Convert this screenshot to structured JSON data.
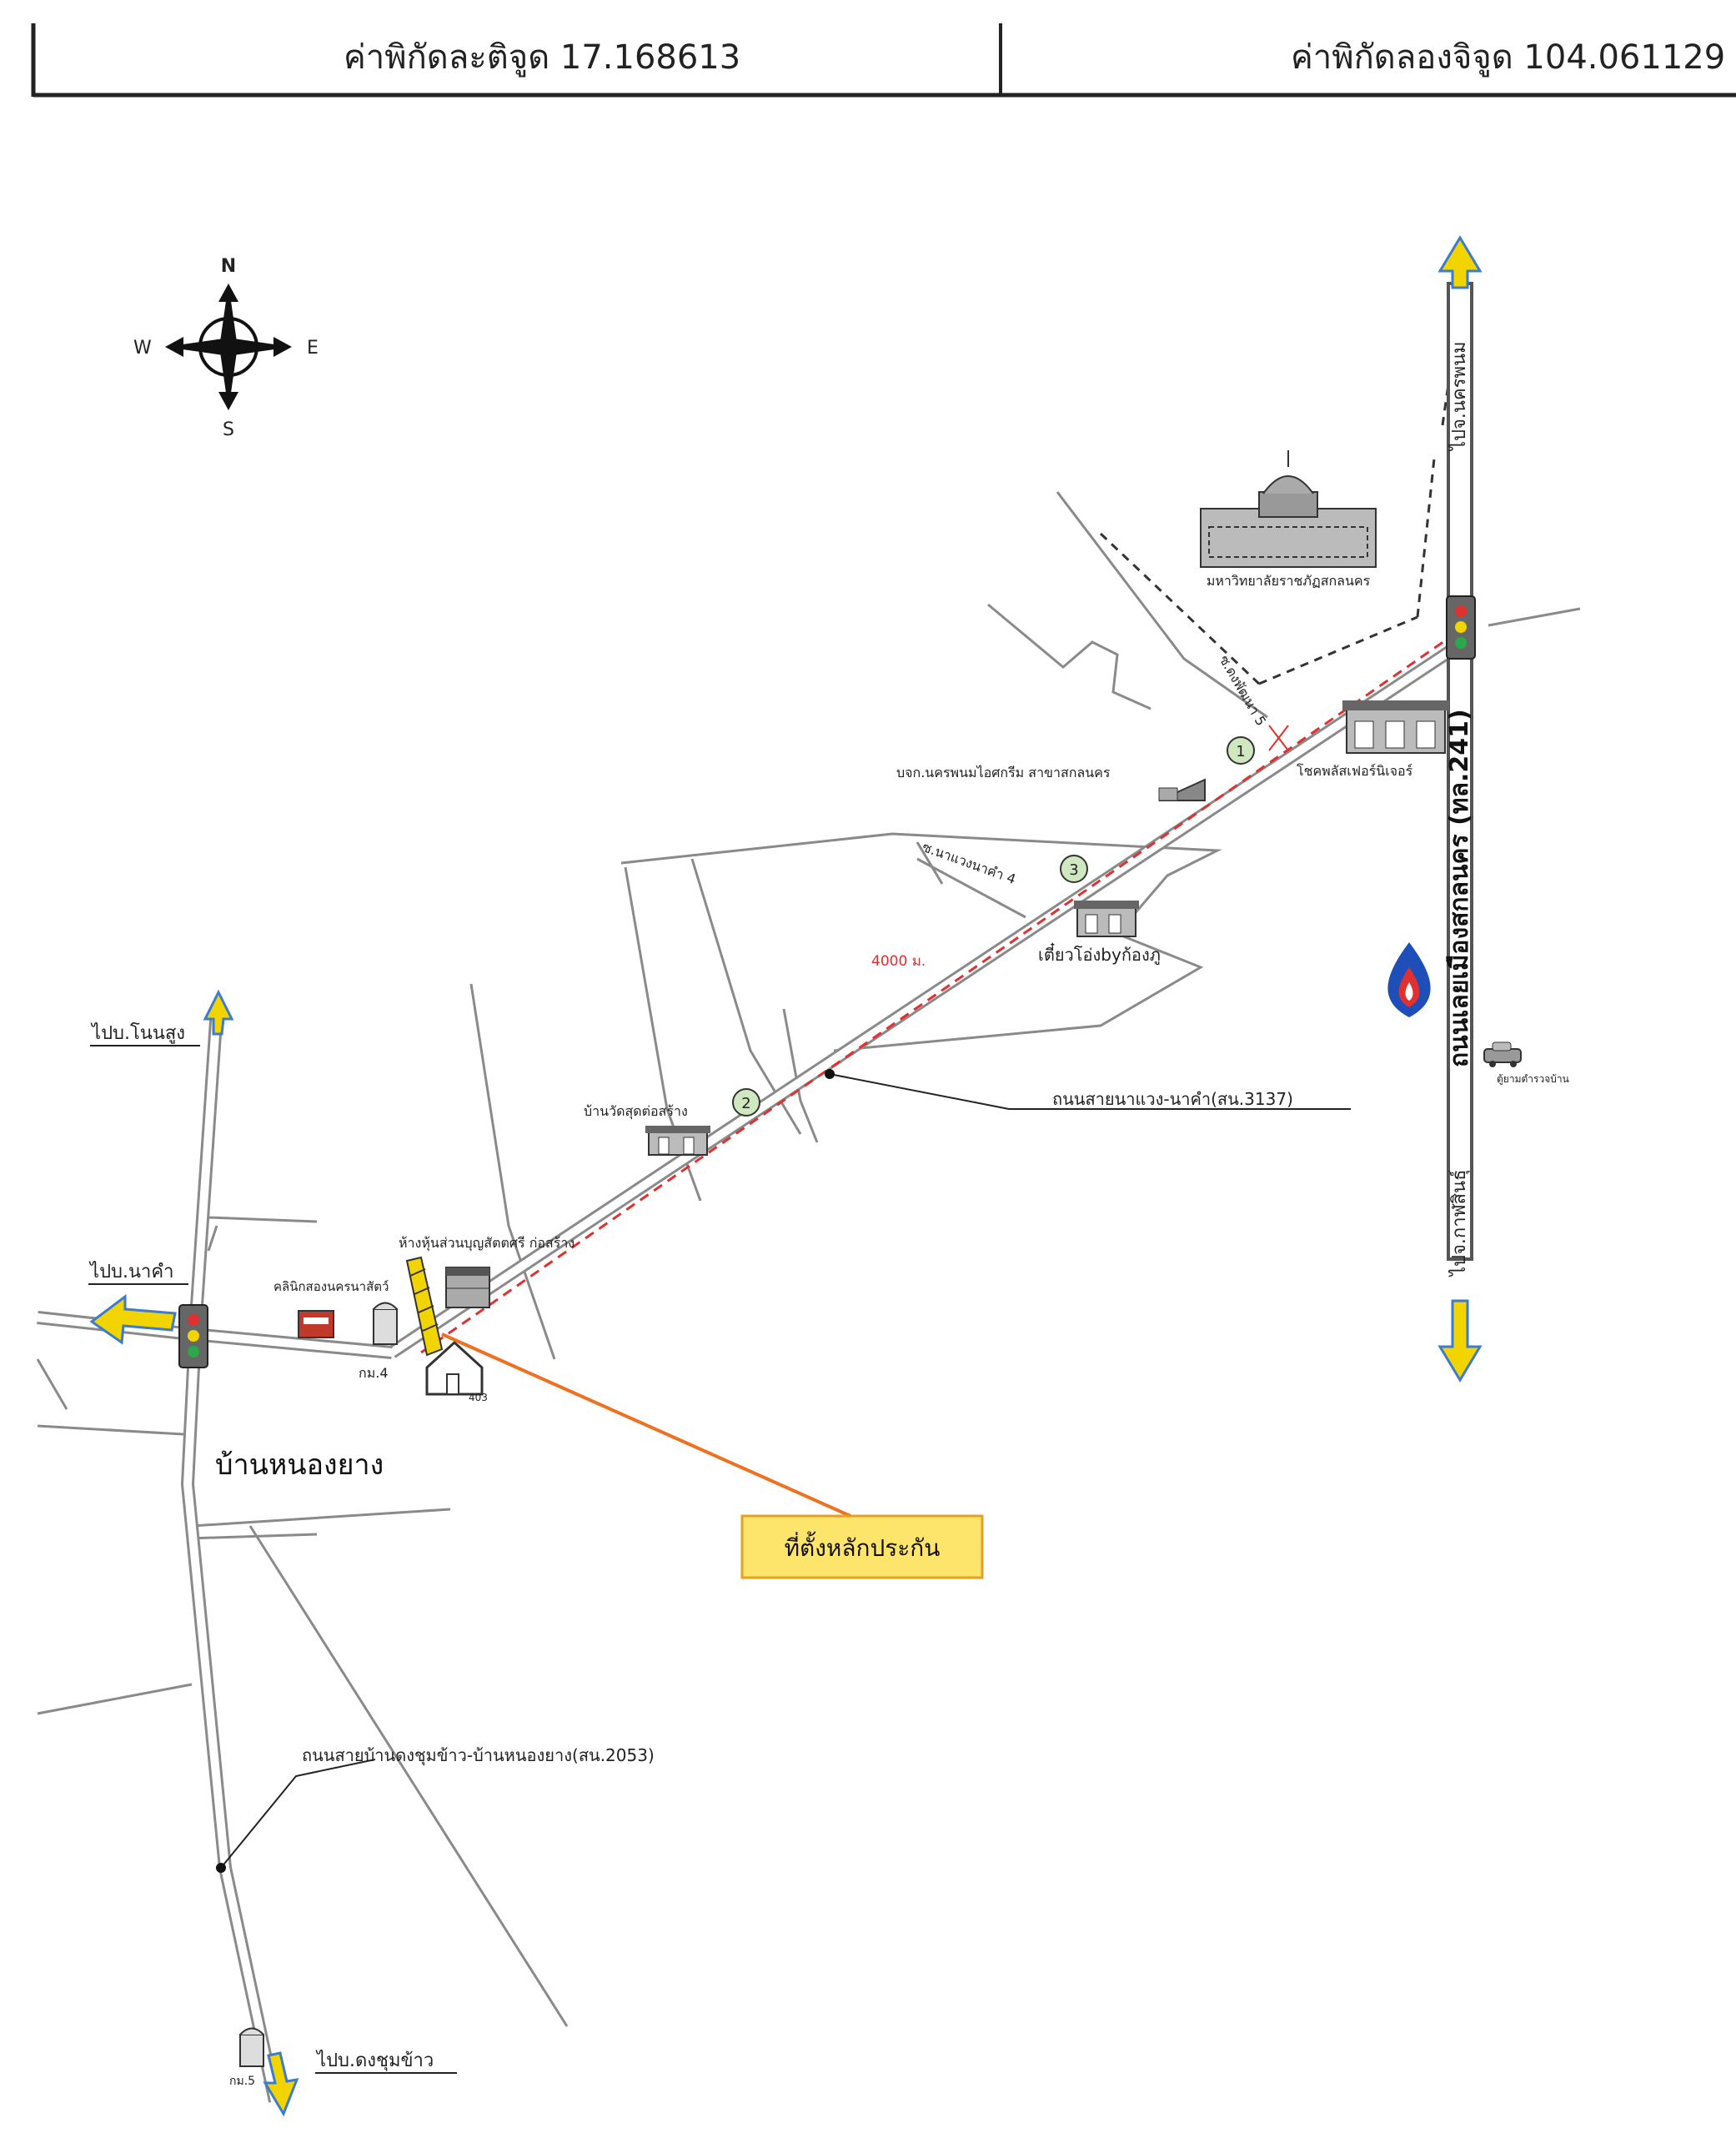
{
  "header": {
    "latitude_label": "ค่าพิกัดละติจูด 17.168613",
    "longitude_label": "ค่าพิกัดลองจิจูด 104.061129"
  },
  "compass": {
    "north": "N",
    "south": "S",
    "east": "E",
    "west": "W"
  },
  "highway": {
    "name": "ถนนเลยเมืองสกลนคร (ทล.241)",
    "to_north": "ไปจ.นครพนม",
    "to_south": "ไปจ.กาฬสินธุ์"
  },
  "landmarks": {
    "university": "มหาวิทยาลัยราชภัฏสกลนคร",
    "soi": "ซ.ดงพัฒนา 5",
    "showroom": "โชคพลัสเฟอร์นิเจอร์",
    "factory": "บจก.นครพนมไอศกรีม สาขาสกลนคร",
    "soi4": "ซ.นาแวงนาคำ 4",
    "noodle_shop": "เตี๋ยวโอ่งbyก้องภู",
    "temple_village": "บ้านวัดสุดต่อสร้าง",
    "shop_partnership": "ห้างหุ้นส่วนบุญสัตตศรี ก่อสร้าง",
    "clinic": "คลินิกสองนครนาสัตว์",
    "km4": "กม.4",
    "km5": "กม.5",
    "house_no": "403",
    "police": "ตู้ยามตำรวจบ้าน",
    "village": "บ้านหนองยาง",
    "collateral": "ที่ตั้งหลักประกัน"
  },
  "markers": [
    "1",
    "2",
    "3"
  ],
  "distance": "4000 ม.",
  "roads": {
    "road_3137": "ถนนสายนาแวง-นาคำ(สน.3137)",
    "road_2053": "ถนนสายบ้านดงชุมข้าว-บ้านหนองยาง(สน.2053)"
  },
  "destinations": {
    "to_nonsung": "ไปบ.โนนสูง",
    "to_nakham": "ไปบ.นาคำ",
    "to_dongchumkhao": "ไปบ.ดงชุมข้าว"
  },
  "colors": {
    "road": "#8a8a8a",
    "route": "#e03030",
    "arrow_fill": "#f2d400",
    "arrow_stroke": "#3b7bd1",
    "callout_fill": "#fde46a",
    "callout_border": "#e8a020",
    "leader": "#f07020"
  }
}
